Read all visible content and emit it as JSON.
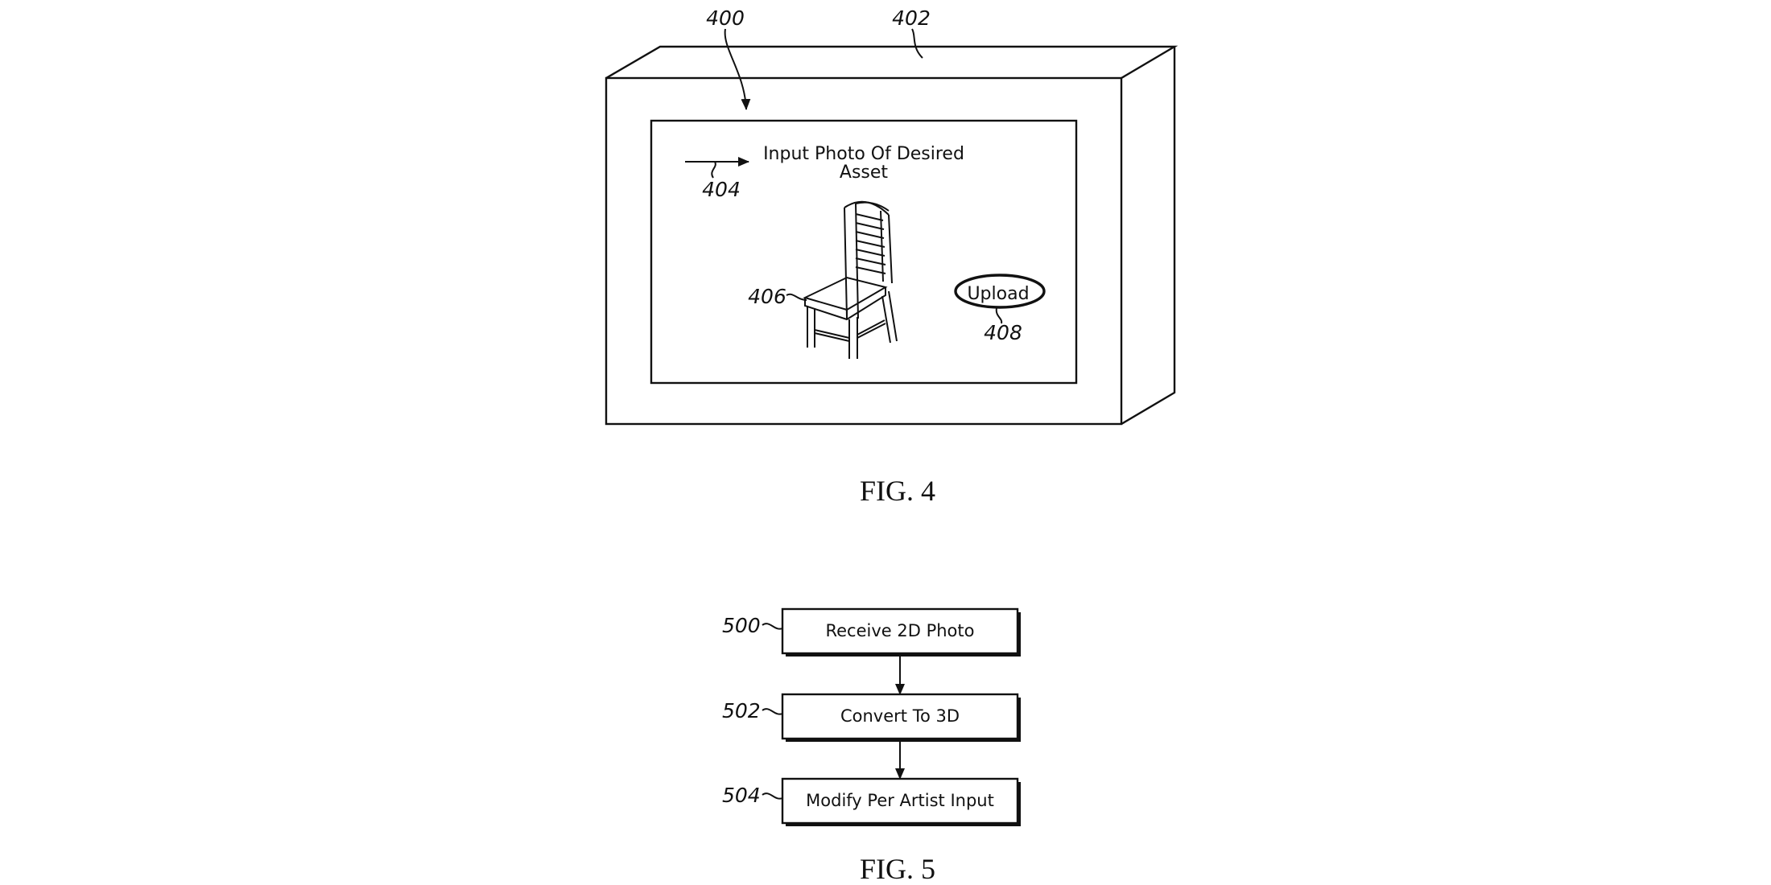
{
  "fig4": {
    "caption": "FIG. 4",
    "refs": {
      "screen": "400",
      "device": "402",
      "prompt_arrow": "404",
      "photo": "406",
      "upload": "408"
    },
    "screen": {
      "prompt_line1": "Input Photo Of Desired",
      "prompt_line2": "Asset",
      "upload_label": "Upload",
      "photo_icon": "chair-icon"
    }
  },
  "fig5": {
    "caption": "FIG. 5",
    "steps": [
      {
        "ref": "500",
        "label": "Receive 2D Photo"
      },
      {
        "ref": "502",
        "label": "Convert To 3D"
      },
      {
        "ref": "504",
        "label": "Modify Per Artist Input"
      }
    ]
  },
  "colors": {
    "ink": "#111111",
    "paper": "#ffffff"
  }
}
